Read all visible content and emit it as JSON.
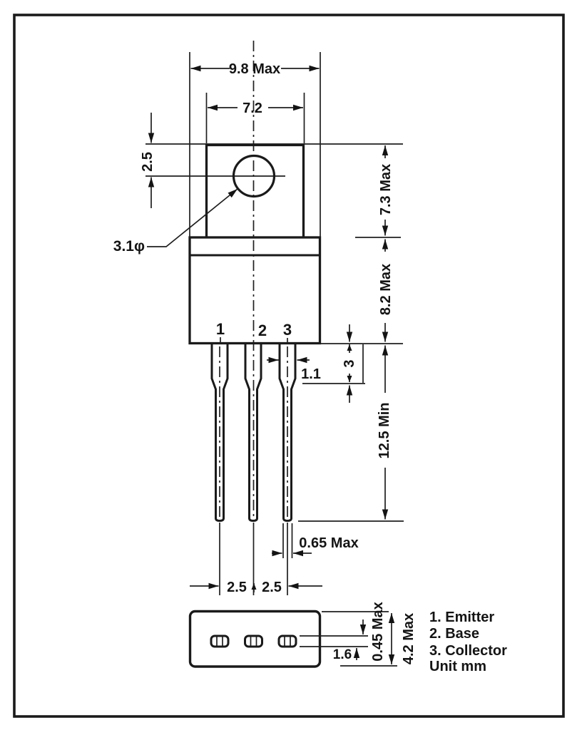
{
  "figure": {
    "kind": "transistor package outline drawing",
    "package_style": "TO-220",
    "unit": "mm"
  },
  "front_view": {
    "pins": [
      "1",
      "2",
      "3"
    ],
    "dims": {
      "body_width": "9.8 Max",
      "tab_width": "7.2",
      "hole_offset": "2.5",
      "hole_diameter": "3.1φ",
      "tab_height": "7.3 Max",
      "body_height": "8.2 Max",
      "lead_shoulder_length": "3",
      "lead_width": "1.1",
      "lead_length": "12.5 Min",
      "lead_tip_width": "0.65 Max",
      "lead_pitch_left": "2.5",
      "lead_pitch_right": "2.5"
    }
  },
  "bottom_view": {
    "dims": {
      "lead_thickness": "0.45 Max",
      "body_depth": "4.2 Max",
      "lead_offset": "1.6"
    }
  },
  "legend": {
    "items": [
      "1. Emitter",
      "2. Base",
      "3. Collector"
    ],
    "unit_label": "Unit mm"
  }
}
